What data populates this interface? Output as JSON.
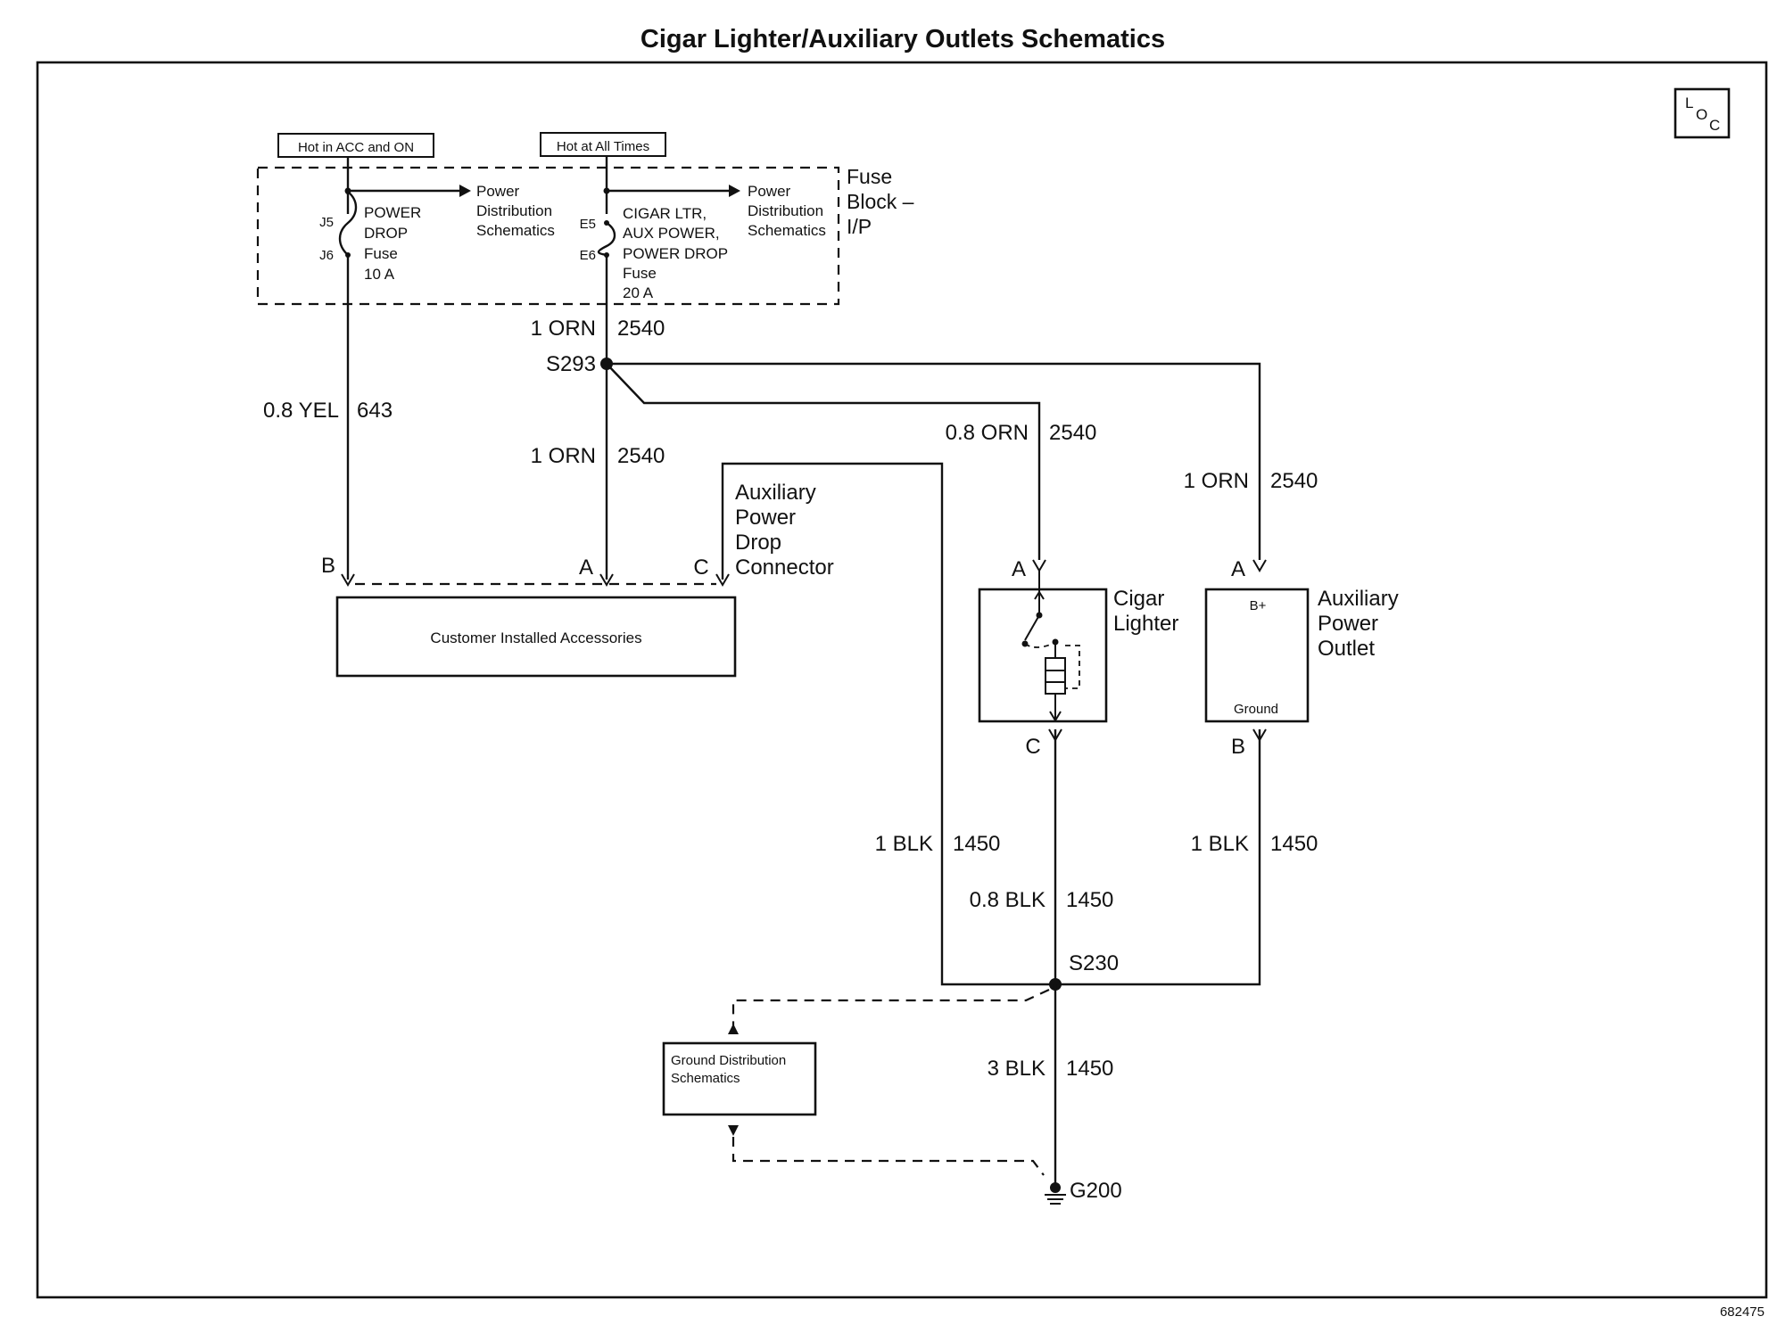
{
  "title": "Cigar Lighter/Auxiliary Outlets Schematics",
  "loc_icon": {
    "l": "L",
    "o": "O",
    "c": "C"
  },
  "doc_number": "682475",
  "fuse_block": {
    "label_line1": "Fuse",
    "label_line2": "Block –",
    "label_line3": "I/P",
    "hot_acc_on": "Hot in ACC and ON",
    "hot_all_times": "Hot at All Times",
    "fuse1": {
      "pin_top": "J5",
      "pin_bottom": "J6",
      "line1": "POWER",
      "line2": "DROP",
      "line3": "Fuse",
      "line4": "10 A"
    },
    "fuse2": {
      "pin_top": "E5",
      "pin_bottom": "E6",
      "line1": "CIGAR LTR,",
      "line2": "AUX POWER,",
      "line3": "POWER DROP",
      "line4": "Fuse",
      "line5": "20 A"
    },
    "ref1": {
      "line1": "Power",
      "line2": "Distribution",
      "line3": "Schematics"
    },
    "ref2": {
      "line1": "Power",
      "line2": "Distribution",
      "line3": "Schematics"
    }
  },
  "wires": {
    "w_fuse2_out": {
      "gauge": "1 ORN",
      "circuit": "2540"
    },
    "w_yel": {
      "gauge": "0.8 YEL",
      "circuit": "643"
    },
    "w_conn_a": {
      "gauge": "1 ORN",
      "circuit": "2540"
    },
    "w_lighter_a": {
      "gauge": "0.8 ORN",
      "circuit": "2540"
    },
    "w_outlet_a": {
      "gauge": "1 ORN",
      "circuit": "2540"
    },
    "w_conn_c_gnd": {
      "gauge": "1 BLK",
      "circuit": "1450"
    },
    "w_lighter_c": {
      "gauge": "0.8 BLK",
      "circuit": "1450"
    },
    "w_outlet_b": {
      "gauge": "1 BLK",
      "circuit": "1450"
    },
    "w_ground": {
      "gauge": "3 BLK",
      "circuit": "1450"
    }
  },
  "splices": {
    "s293": "S293",
    "s230": "S230"
  },
  "ground": "G200",
  "connector": {
    "line1": "Auxiliary",
    "line2": "Power",
    "line3": "Drop",
    "line4": "Connector",
    "pin_b": "B",
    "pin_a": "A",
    "pin_c": "C"
  },
  "accessories": "Customer Installed Accessories",
  "cigar_lighter": {
    "line1": "Cigar",
    "line2": "Lighter",
    "pin_a": "A",
    "pin_c": "C"
  },
  "aux_outlet": {
    "line1": "Auxiliary",
    "line2": "Power",
    "line3": "Outlet",
    "pin_a": "A",
    "pin_b": "B",
    "bplus": "B+",
    "ground": "Ground"
  },
  "ground_ref": {
    "line1": "Ground Distribution",
    "line2": "Schematics"
  }
}
